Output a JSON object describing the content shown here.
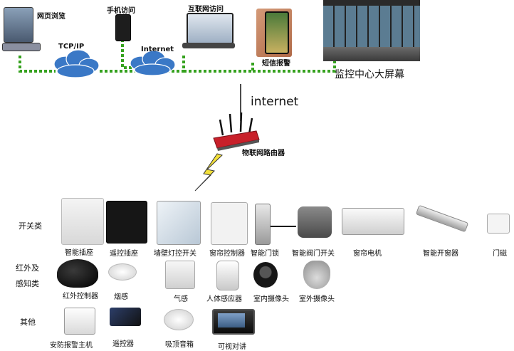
{
  "top": {
    "web_browse": "网页浏览",
    "tcpip": "TCP/IP",
    "mobile_access": "手机访问",
    "internet_cloud": "Internet",
    "internet_access": "互联网访问",
    "sms_alarm": "短信报警",
    "monitor_center": "监控中心大屏幕"
  },
  "link": {
    "internet": "internet"
  },
  "router": {
    "label": "物联网路由器"
  },
  "categories": {
    "switch": "开关类",
    "ir_sense_line1": "红外及",
    "ir_sense_line2": "感知类",
    "other": "其他"
  },
  "devices": {
    "row1": [
      "智能插座",
      "遥控插座",
      "墙壁灯控开关",
      "窗帘控制器",
      "智能门锁",
      "智能阀门开关",
      "窗帘电机",
      "智能开窗器",
      "门磁"
    ],
    "row2": [
      "红外控制器",
      "烟感",
      "气感",
      "人体感应器",
      "室内摄像头",
      "室外摄像头"
    ],
    "row3": [
      "安防报警主机",
      "遥控器",
      "吸顶音箱",
      "可视对讲"
    ]
  },
  "colors": {
    "dotted_link": "#36a21f",
    "cloud": "#3a78c6",
    "lightning": "#f3e03a",
    "router": "#c8202a"
  }
}
